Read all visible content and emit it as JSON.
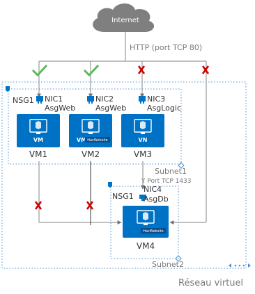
{
  "internet": {
    "label": "Internet"
  },
  "http_label": "HTTP (port TCP 80)",
  "nsg1_top": "NSG1",
  "nsg1_bottom": "NSG1",
  "subnet1": "Subnet1",
  "subnet2": "Subnet2",
  "port_1433": "Y Port TCP 1433",
  "vnet": "Réseau virtuel",
  "vms": [
    {
      "nic": "NIC1",
      "asg": "AsgWeb",
      "vm_text": "VM",
      "name": "VM1",
      "has_badge": false
    },
    {
      "nic": "NIC2",
      "asg": "AsgWeb",
      "vm_text": "VM",
      "name": "VM2",
      "has_badge": true
    },
    {
      "nic": "NIC3",
      "asg": "AsgLogic",
      "vm_text": "VN",
      "name": "VM3",
      "has_badge": false
    },
    {
      "nic": "NIC4",
      "asg": "AsgDb",
      "vm_text": "",
      "name": "VM4",
      "has_badge": true
    }
  ],
  "badge_text": "HacWebsite",
  "colors": {
    "azure": "#0072c6",
    "line": "#9a9a9a",
    "check": "#5cb85c",
    "cross": "#cc0000",
    "cloud": "#7f7f7f"
  }
}
